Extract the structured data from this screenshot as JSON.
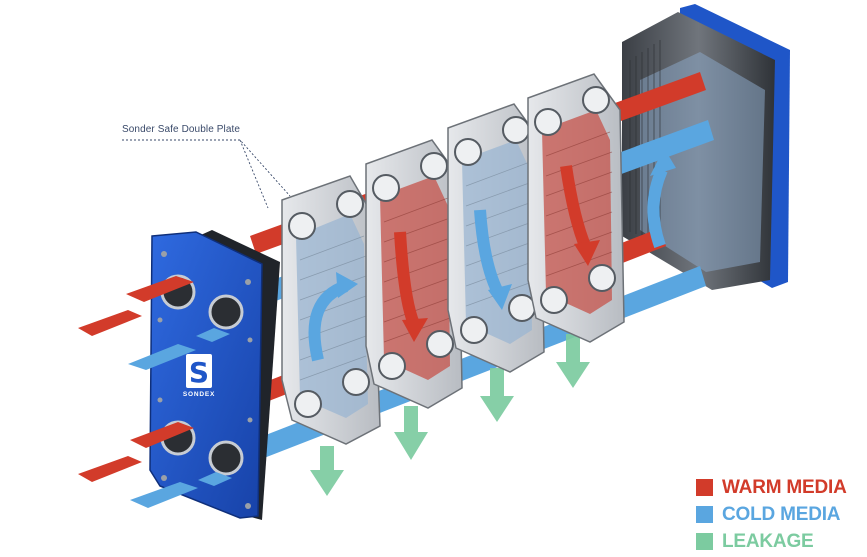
{
  "callout": {
    "label": "Sonder Safe Double Plate"
  },
  "logo": {
    "letter": "S",
    "wordmark": "SONDEX"
  },
  "legend": {
    "items": [
      {
        "label": "WARM MEDIA",
        "color": "#d23b2a"
      },
      {
        "label": "COLD MEDIA",
        "color": "#5aa6e0"
      },
      {
        "label": "LEAKAGE",
        "color": "#7ccba0"
      }
    ]
  },
  "colors": {
    "warm": "#d23b2a",
    "cold": "#5aa6e0",
    "leakage": "#7ccba0",
    "frame_blue": "#1f56c8",
    "plate_gray": "#c9ccd1"
  }
}
